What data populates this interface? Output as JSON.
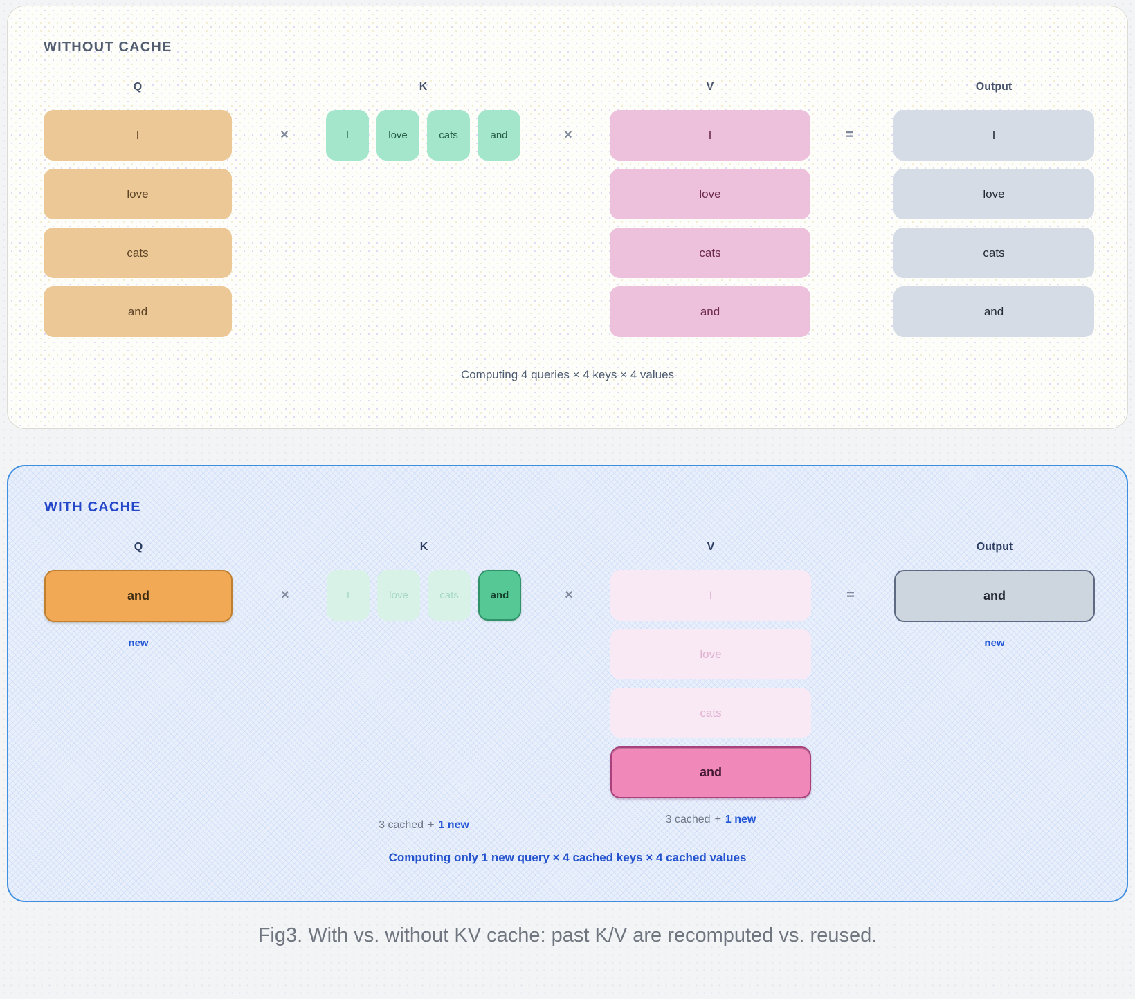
{
  "operators": {
    "multiply": "×",
    "equals": "="
  },
  "colors": {
    "panel1_border": "#dcdcd4",
    "panel2_border": "#3f8fe0",
    "accent_blue": "#2457d6",
    "q_orange": "#ebc896",
    "q_orange_new": "#f2a955",
    "k_green": "#a4e6cb",
    "k_green_new": "#55c895",
    "v_pink": "#edc0db",
    "v_pink_new": "#f088b9",
    "output_gray": "#d5dce5",
    "output_gray_new": "#cdd5df"
  },
  "without_cache": {
    "title": "WITHOUT CACHE",
    "headers": {
      "q": "Q",
      "k": "K",
      "v": "V",
      "output": "Output"
    },
    "q_tokens": [
      "I",
      "love",
      "cats",
      "and"
    ],
    "k_tokens": [
      "I",
      "love",
      "cats",
      "and"
    ],
    "v_tokens": [
      "I",
      "love",
      "cats",
      "and"
    ],
    "output_tokens": [
      "I",
      "love",
      "cats",
      "and"
    ],
    "caption": "Computing 4 queries × 4 keys × 4 values"
  },
  "with_cache": {
    "title": "WITH CACHE",
    "headers": {
      "q": "Q",
      "k": "K",
      "v": "V",
      "output": "Output"
    },
    "q_token": "and",
    "q_note": "new",
    "k_cached_tokens": [
      "I",
      "love",
      "cats"
    ],
    "k_new_token": "and",
    "v_cached_tokens": [
      "I",
      "love",
      "cats"
    ],
    "v_new_token": "and",
    "output_token": "and",
    "output_note": "new",
    "k_note": {
      "cached": "3 cached",
      "plus": "+",
      "new": "1 new"
    },
    "v_note": {
      "cached": "3 cached",
      "plus": "+",
      "new": "1 new"
    },
    "caption": "Computing only 1 new query × 4 cached keys × 4 cached values"
  },
  "figure_caption": "Fig3. With vs. without KV cache: past K/V are recomputed vs. reused."
}
